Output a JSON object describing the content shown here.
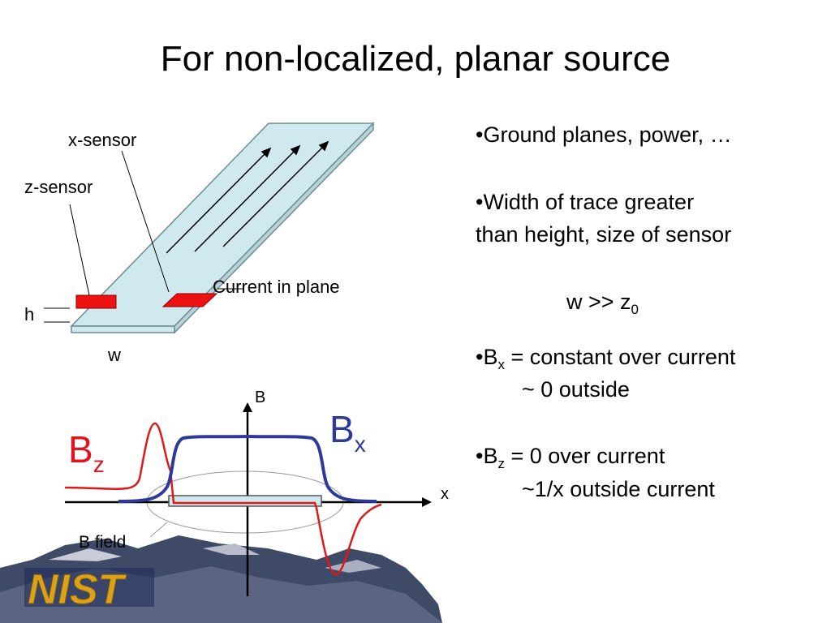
{
  "title": "For non-localized, planar source",
  "diagram": {
    "x_sensor_label": "x-sensor",
    "z_sensor_label": "z-sensor",
    "current_label": "Current in plane",
    "h_label": "h",
    "w_label": "w",
    "b_axis_label": "B",
    "x_axis_label": "x",
    "bx_main": "B",
    "bx_sub": "x",
    "bz_main": "B",
    "bz_sub": "z",
    "bfield_label": "B field",
    "logo_text": "NIST",
    "colors": {
      "board": "#cfe9ee",
      "sensor": "#ee1111",
      "bx_curve": "#2e3a9a",
      "bz_curve": "#e01818"
    }
  },
  "bullets": {
    "b1": "•Ground planes, power, …",
    "b2_line1": "•Width of trace greater",
    "b2_line2": "than height, size of sensor",
    "eq_main": "w >> z",
    "eq_sub": "0",
    "b3_pre": "•B",
    "b3_sub": "x",
    "b3_post": " = constant over current",
    "b3_line2": "~ 0 outside",
    "b4_pre": "•B",
    "b4_sub": "z",
    "b4_post": " = 0 over current",
    "b4_line2": "~1/x outside current"
  }
}
